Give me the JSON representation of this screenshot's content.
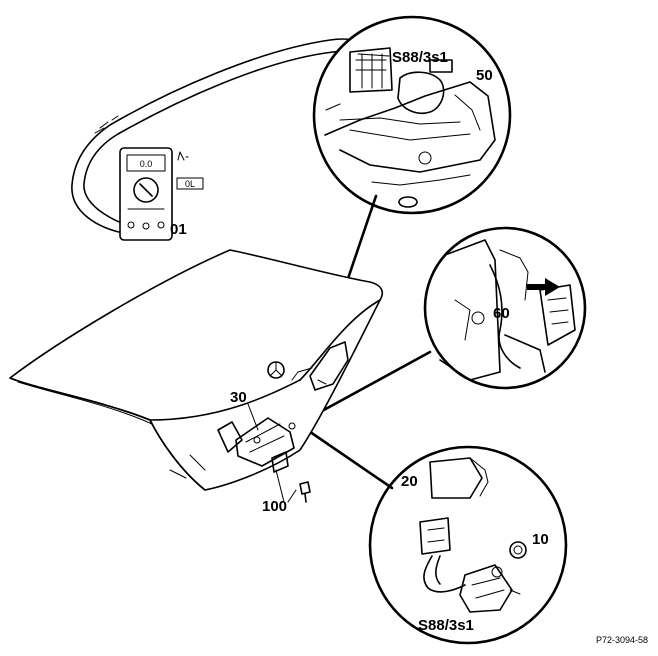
{
  "labels": {
    "s88_top": "S88/3s1",
    "n50": "50",
    "n01": "01",
    "n60": "60",
    "n30": "30",
    "n100": "100",
    "n20": "20",
    "n10": "10",
    "s88_bottom": "S88/3s1",
    "ref_code": "P72-3094-58"
  },
  "meter": {
    "display": "0.0",
    "mode_label": "0L"
  }
}
